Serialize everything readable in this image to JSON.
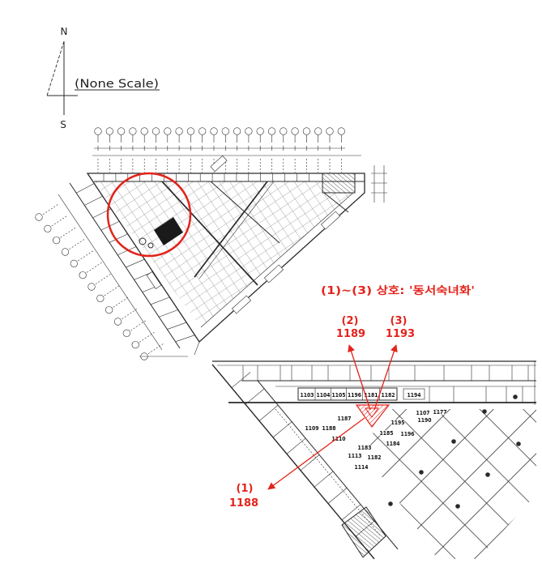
{
  "compass": {
    "north_label": "N",
    "south_label": "S",
    "scale_note": "(None Scale)"
  },
  "annotation": {
    "title": "(1)~(3) 상호: '동서숙녀화'",
    "callouts": [
      {
        "label": "(1)",
        "lot": "1188"
      },
      {
        "label": "(2)",
        "lot": "1189"
      },
      {
        "label": "(3)",
        "lot": "1193"
      }
    ]
  },
  "detail_plan": {
    "row_lots": [
      "1103",
      "1104",
      "1105",
      "1196",
      "1181",
      "1182"
    ],
    "side_lot": "1194",
    "lots": [
      "1187",
      "1109",
      "1188",
      "1110",
      "1183",
      "1113",
      "1182",
      "1114",
      "1195",
      "1185",
      "1196",
      "1184",
      "1107",
      "1177",
      "1190"
    ]
  },
  "colors": {
    "annotation": "#e3231b",
    "linework": "#2a2a2a",
    "grid": "#8a8a8a",
    "highlight_block": "#1a1a1a"
  }
}
